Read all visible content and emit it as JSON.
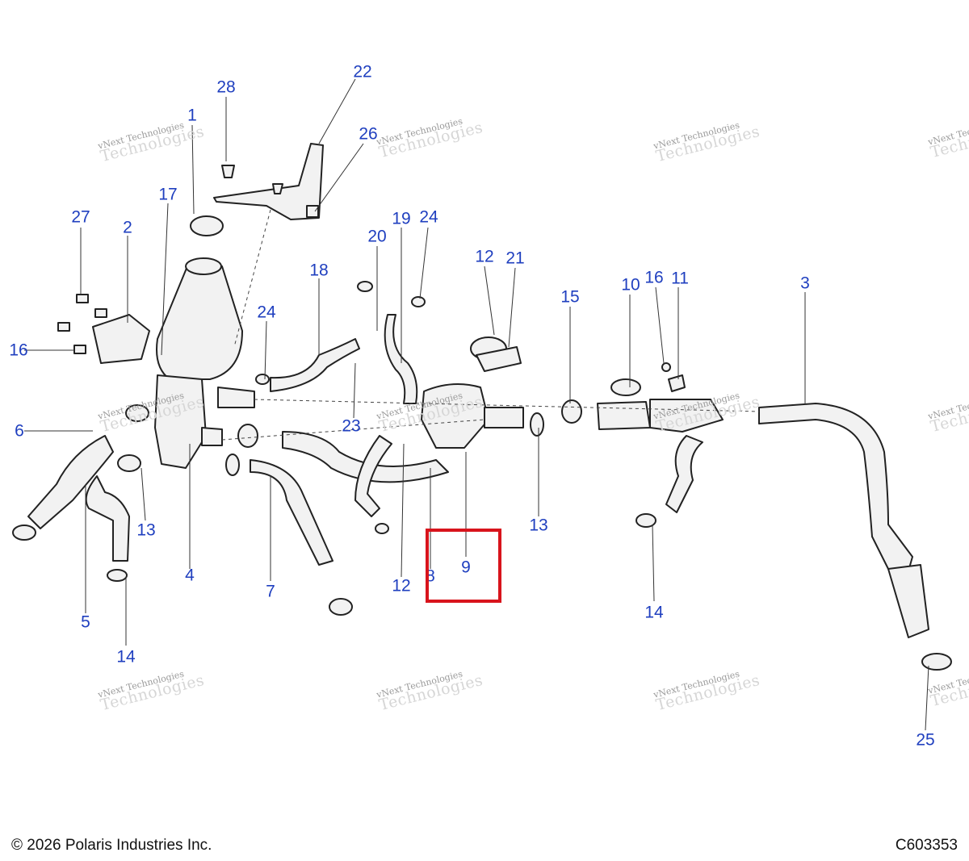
{
  "diagram": {
    "callouts": [
      "1",
      "2",
      "3",
      "4",
      "5",
      "6",
      "7",
      "8",
      "9",
      "10",
      "11",
      "12",
      "12",
      "13",
      "13",
      "14",
      "14",
      "15",
      "16",
      "16",
      "17",
      "18",
      "19",
      "20",
      "21",
      "22",
      "23",
      "24",
      "24",
      "25",
      "26",
      "27",
      "28"
    ],
    "highlighted_callout": "9",
    "watermark": {
      "line1": "vNext Technologies",
      "line2": "Technologies"
    },
    "colors": {
      "callout_text": "#1f3fbf",
      "highlight_box": "#d8141c",
      "parts_stroke": "#222222",
      "parts_fill": "#f2f2f2"
    }
  },
  "footer": {
    "copyright": "© 2026 Polaris Industries Inc.",
    "figure_id": "C603353"
  }
}
